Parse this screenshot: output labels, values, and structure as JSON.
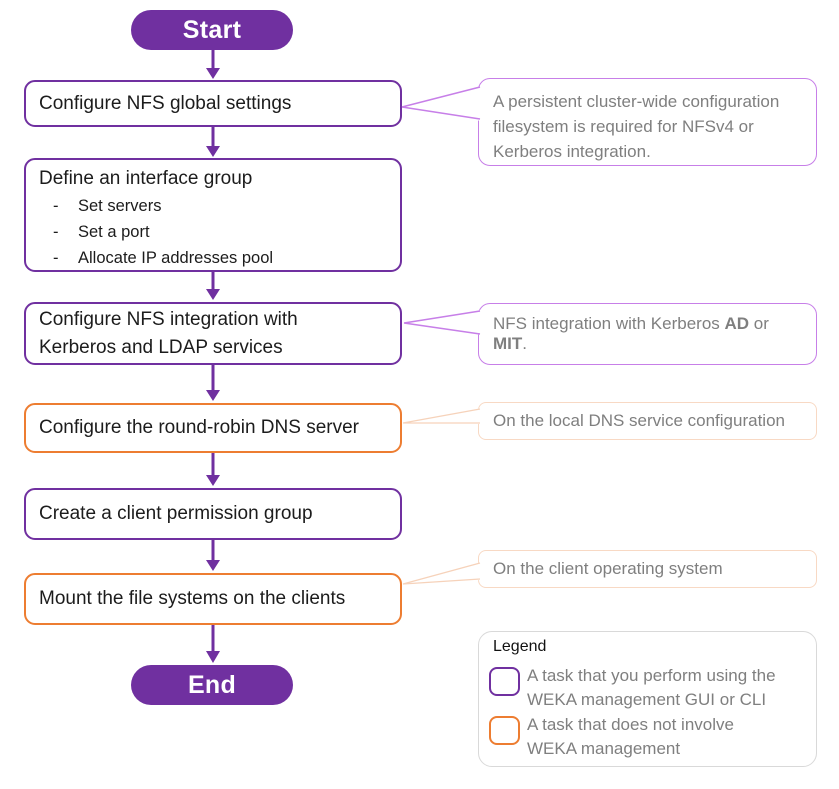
{
  "palette": {
    "purple": "#7030A0",
    "purple_light": "#C77FE8",
    "orange": "#ED7D31",
    "orange_light": "#F8D9C4",
    "gray_text": "#7F7F7F",
    "legend_border": "#D9D9D9"
  },
  "flow": {
    "start_label": "Start",
    "end_label": "End",
    "steps": [
      {
        "label": "Configure NFS global settings",
        "task_type": "weka"
      },
      {
        "label": "Define an interface group",
        "items": [
          "Set servers",
          "Set a port",
          "Allocate IP addresses pool"
        ],
        "task_type": "weka"
      },
      {
        "label": [
          "Configure NFS integration with",
          "Kerberos and LDAP services"
        ],
        "task_type": "weka"
      },
      {
        "label": "Configure the round-robin DNS server",
        "task_type": "non-weka"
      },
      {
        "label": "Create a client permission group",
        "task_type": "weka"
      },
      {
        "label": "Mount the file systems on the clients",
        "task_type": "non-weka"
      }
    ]
  },
  "notes": {
    "global_settings": [
      "A persistent cluster-wide configuration",
      "filesystem is required for NFSv4 or",
      "Kerberos integration."
    ],
    "kerberos": {
      "prefix": "NFS integration with Kerberos ",
      "bold_ad": "AD",
      "middle": " or ",
      "bold_mit": "MIT",
      "suffix": "."
    },
    "dns": "On the local DNS service configuration",
    "mount": "On the client operating system"
  },
  "legend": {
    "title": "Legend",
    "items": [
      {
        "swatch": "purple",
        "label": [
          "A task that you perform using the",
          "WEKA management GUI or CLI"
        ]
      },
      {
        "swatch": "orange",
        "label": [
          "A task that does not involve",
          "WEKA management"
        ]
      }
    ]
  }
}
